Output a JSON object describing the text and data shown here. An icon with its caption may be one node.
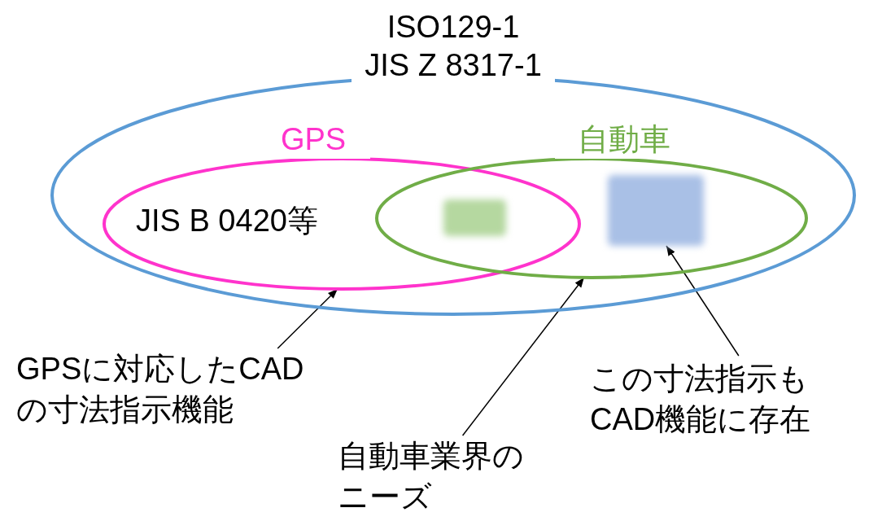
{
  "diagram": {
    "nodes": [
      {
        "text": [
          "ISO129-1 JIS Z 8317-1"
        ]
      },
      {
        "text": [
          "GPS",
          "JIS B 0420等"
        ],
        "in": 0
      },
      {
        "text": [
          "自動車"
        ],
        "in": 0
      },
      {
        "text": [],
        "shape": "box"
      },
      {
        "text": [],
        "shape": "box",
        "in": 2
      },
      {
        "text": [
          "GPSに対応したCADの寸法指示機能"
        ]
      },
      {
        "text": [
          "自動車業界のニーズ"
        ]
      },
      {
        "text": [
          "この寸法指示もCAD機能に存在"
        ]
      }
    ],
    "edges": [
      {
        "from": 5,
        "to": 1,
        "arrow": "to"
      },
      {
        "from": 6,
        "to": 2,
        "arrow": "to"
      },
      {
        "from": 7,
        "to": 4,
        "arrow": "to"
      }
    ]
  }
}
